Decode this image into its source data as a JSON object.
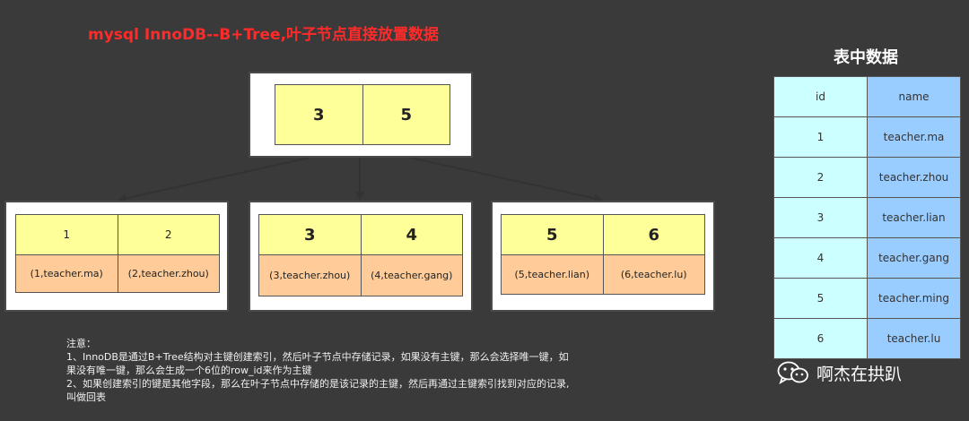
{
  "title": "mysql InnoDB--B+Tree,叶子节点直接放置数据",
  "root": {
    "keys": [
      "3",
      "5"
    ]
  },
  "leaves": [
    {
      "keys": [
        "1",
        "2"
      ],
      "values": [
        "(1,teacher.ma)",
        "(2,teacher.zhou)"
      ]
    },
    {
      "keys": [
        "3",
        "4"
      ],
      "values": [
        "(3,teacher.zhou)",
        "(4,teacher.gang)"
      ]
    },
    {
      "keys": [
        "5",
        "6"
      ],
      "values": [
        "(5,teacher.lian)",
        "(6,teacher.lu)"
      ]
    }
  ],
  "note": {
    "heading": "注意：",
    "lines": [
      "1、InnoDB是通过B+Tree结构对主键创建索引，然后叶子节点中存储记录，如果没有主键，那么会选择唯一键，如",
      "果没有唯一键，那么会生成一个6位的row_id来作为主键",
      "2、如果创建索引的键是其他字段，那么在叶子节点中存储的是该记录的主键，然后再通过主键索引找到对应的记录,",
      "叫做回表"
    ]
  },
  "table": {
    "title": "表中数据",
    "headers": [
      "id",
      "name"
    ],
    "rows": [
      [
        "1",
        "teacher.ma"
      ],
      [
        "2",
        "teacher.zhou"
      ],
      [
        "3",
        "teacher.lian"
      ],
      [
        "4",
        "teacher.gang"
      ],
      [
        "5",
        "teacher.ming"
      ],
      [
        "6",
        "teacher.lu"
      ]
    ]
  },
  "watermark": "啊杰在拱趴",
  "colors": {
    "background": "#3a3a3a",
    "title": "#ff2a2a",
    "key_fill": "#ffff99",
    "value_fill": "#ffcc99",
    "id_fill": "#ccffff",
    "name_fill": "#99ccff"
  }
}
